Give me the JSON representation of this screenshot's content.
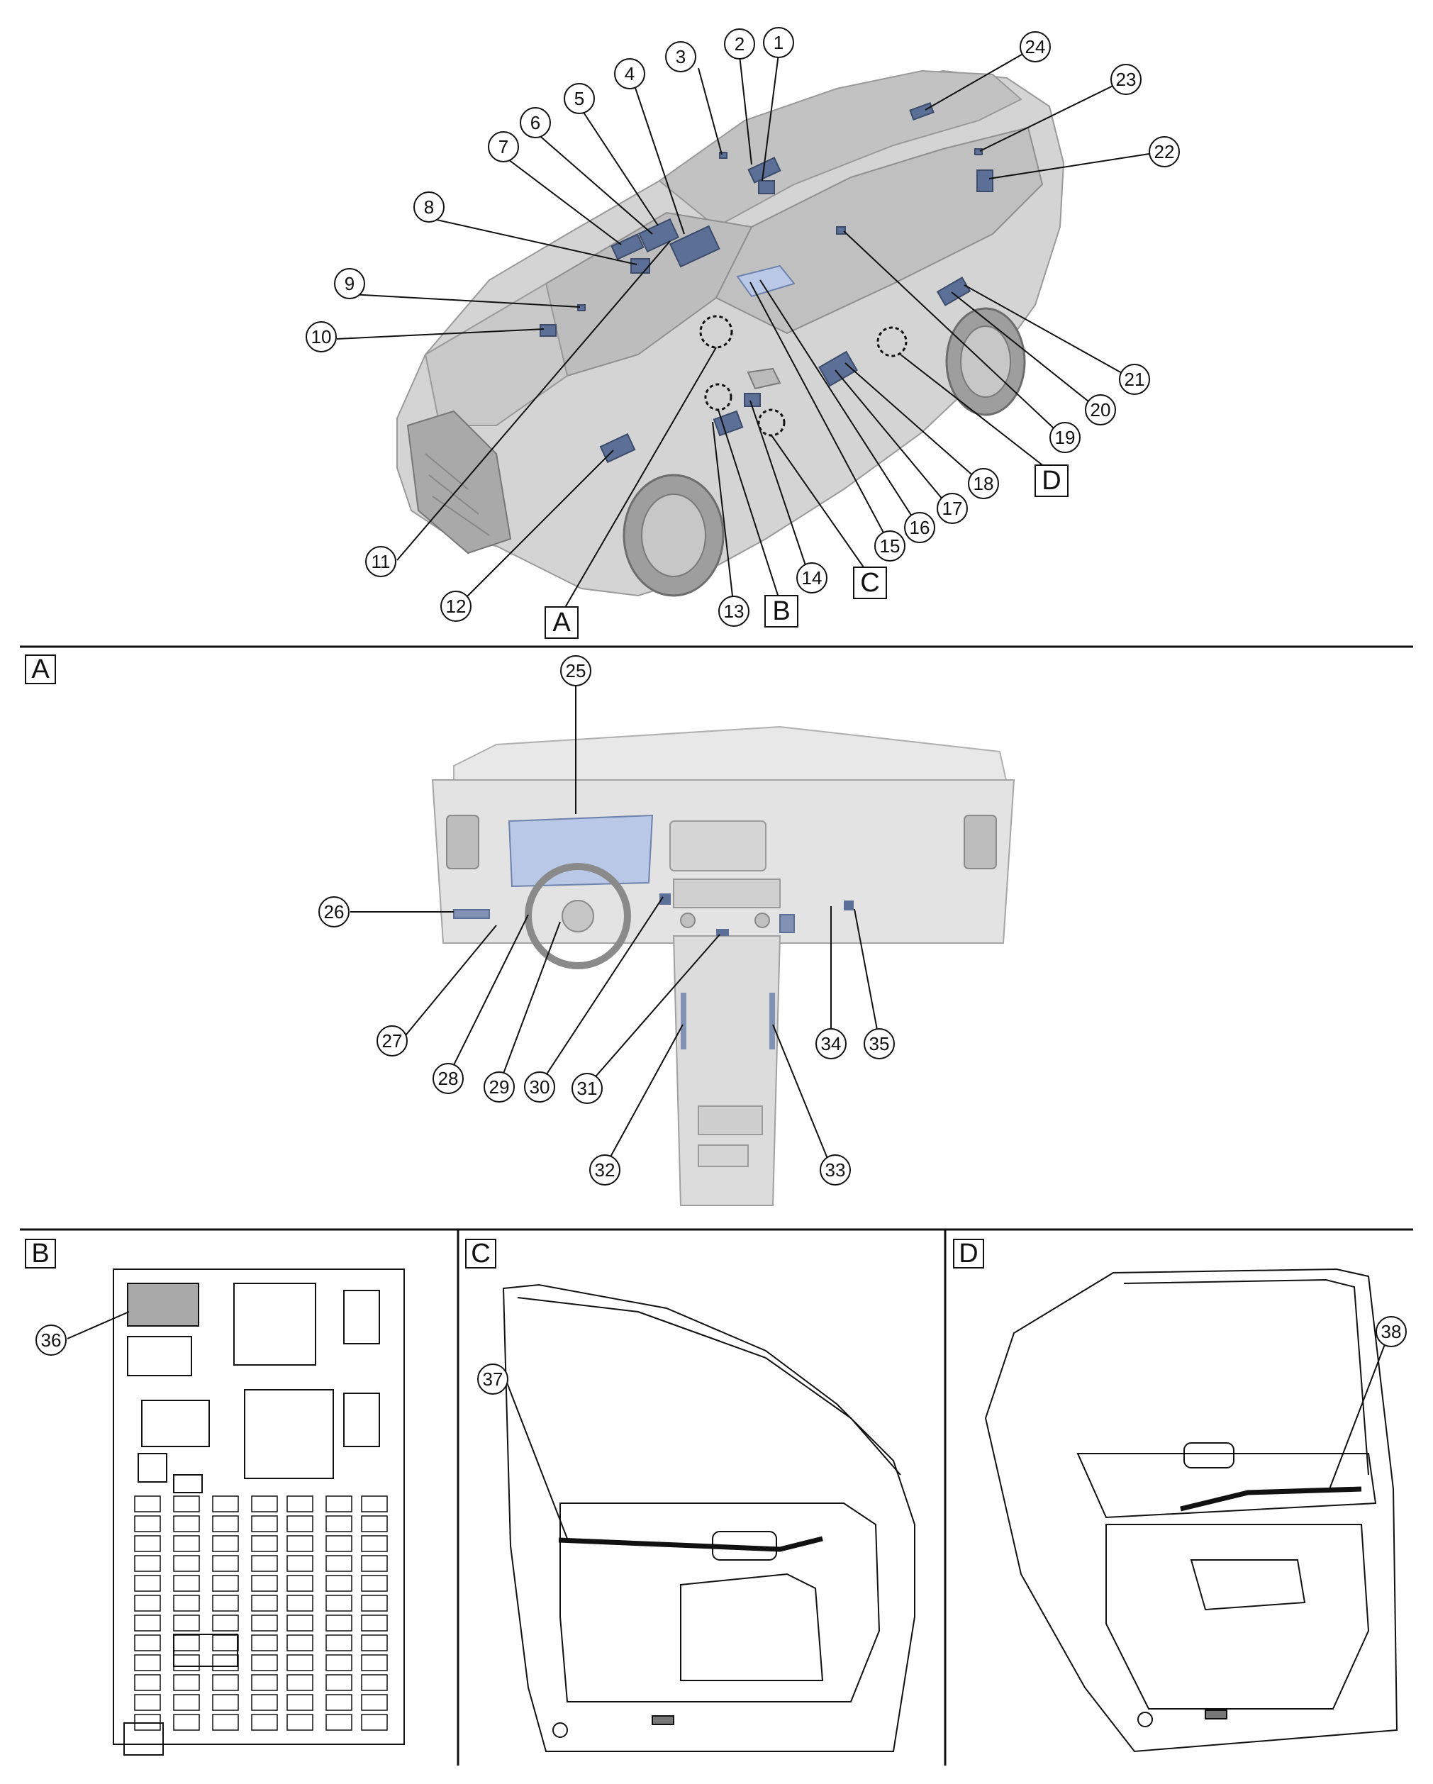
{
  "overview": {
    "callouts": [
      "1",
      "2",
      "3",
      "4",
      "5",
      "6",
      "7",
      "8",
      "9",
      "10",
      "11",
      "12",
      "13",
      "14",
      "15",
      "16",
      "17",
      "18",
      "19",
      "20",
      "21",
      "22",
      "23",
      "24"
    ],
    "view_refs": [
      "A",
      "B",
      "C",
      "D"
    ]
  },
  "panel_a": {
    "label": "A",
    "callouts": [
      "25",
      "26",
      "27",
      "28",
      "29",
      "30",
      "31",
      "32",
      "33",
      "34",
      "35"
    ]
  },
  "panel_b": {
    "label": "B",
    "callouts": [
      "36"
    ]
  },
  "panel_c": {
    "label": "C",
    "callouts": [
      "37"
    ]
  },
  "panel_d": {
    "label": "D",
    "callouts": [
      "38"
    ]
  },
  "colors": {
    "line": "#111111",
    "car_body": "#d4d4d4",
    "car_shadow": "#a9a9a9",
    "component_blue": "#5c6f96",
    "component_light_blue": "#b8c8e6",
    "panel_gray": "#e3e3e3"
  }
}
